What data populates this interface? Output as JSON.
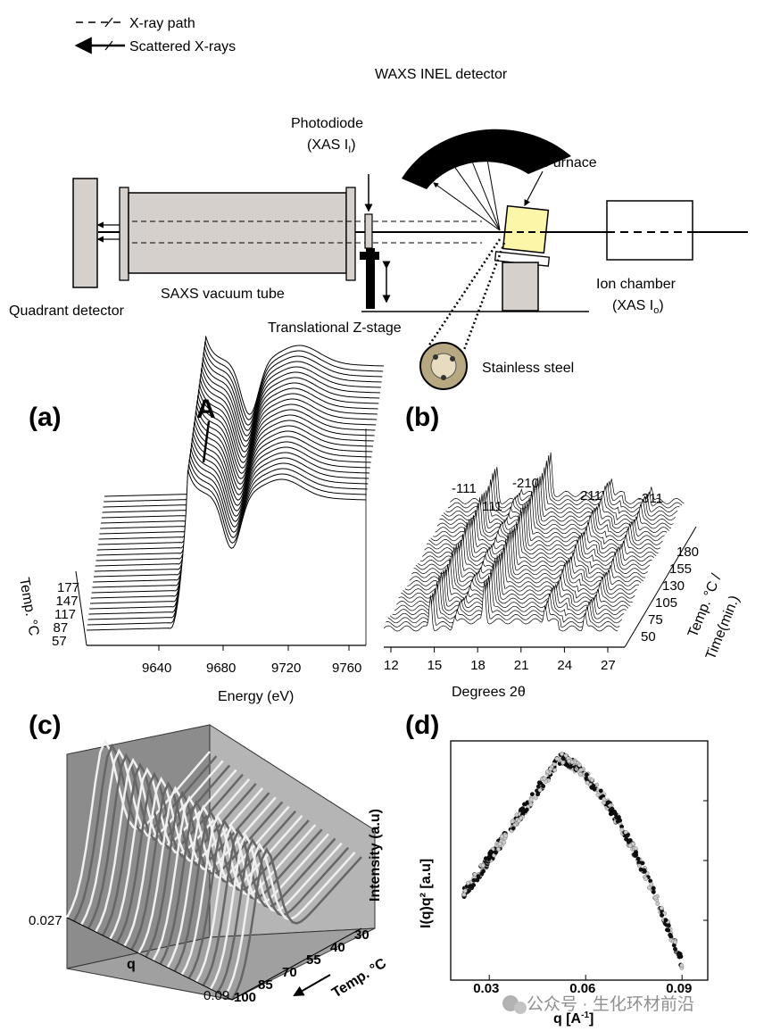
{
  "schematic": {
    "legend": [
      "X-ray path",
      "Scattered X-rays"
    ],
    "labels": {
      "waxs": "WAXS INEL detector",
      "photodiode_1": "Photodiode",
      "photodiode_2": "(XAS I",
      "photodiode_sub": "I",
      "photodiode_close": ")",
      "furnace": "Furnace",
      "quadrant": "Quadrant detector",
      "saxs": "SAXS vacuum tube",
      "zstage": "Translational Z-stage",
      "ion_1": "Ion chamber",
      "ion_2": "(XAS I",
      "ion_sub": "o",
      "ion_close": ")",
      "steel": "Stainless steel"
    }
  },
  "panels": [
    {
      "id": "a",
      "label": "(a)",
      "type": "waterfall",
      "xlabel": "Energy (eV)",
      "xticks": [
        "9640",
        "9680",
        "9720",
        "9760"
      ],
      "zlabel": "Temp. °C",
      "zticks": [
        "57",
        "87",
        "117",
        "147",
        "177"
      ],
      "annotation": "A"
    },
    {
      "id": "b",
      "label": "(b)",
      "type": "waterfall",
      "xlabel": "Degrees 2θ",
      "xticks": [
        "12",
        "15",
        "18",
        "21",
        "24",
        "27"
      ],
      "zlabel_1": "Temp. °C /",
      "zlabel_2": "Time(min.)",
      "zticks": [
        "50",
        "75",
        "105",
        "130",
        "155",
        "180"
      ],
      "peaks": [
        "-111",
        "111",
        "-210",
        "211",
        "-311"
      ]
    },
    {
      "id": "c",
      "label": "(c)",
      "type": "surface",
      "ylabel": "q",
      "yticks": [
        "0.027",
        "0.09"
      ],
      "xlabel": "Temp. °C",
      "xticks": [
        "100",
        "85",
        "70",
        "55",
        "40",
        "30"
      ],
      "zlabel": "Intensity (a.u)"
    },
    {
      "id": "d",
      "label": "(d)",
      "type": "scatter",
      "xlabel": "q [A",
      "xlabel_sup": "-1",
      "xlabel_close": "]",
      "ylabel": "I(q)q² [a.u]",
      "xticks": [
        "0.03",
        "0.06",
        "0.09"
      ],
      "xlim": [
        0.018,
        0.098
      ]
    }
  ],
  "watermark": "公众号 · 生化环材前沿",
  "colors": {
    "furnace": "#fbf6a8",
    "body": "#d6d0cd"
  }
}
